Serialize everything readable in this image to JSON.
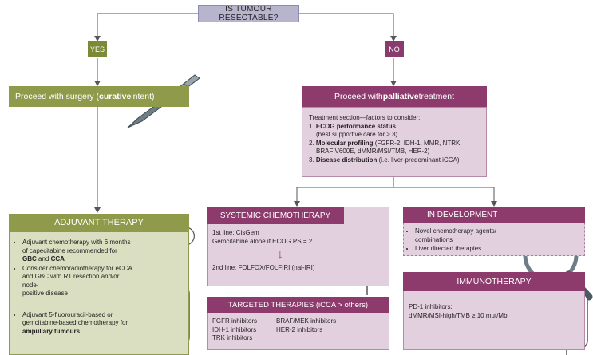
{
  "question": "IS TUMOUR RESECTABLE?",
  "yes_label": "YES",
  "no_label": "NO",
  "surgery": {
    "prefix": "Proceed with surgery (",
    "bold": "curative",
    "suffix": " intent)"
  },
  "palliative_head": {
    "prefix": "Proceed with ",
    "bold": "palliative",
    "suffix": " treatment"
  },
  "factors": {
    "intro": "Treatment section—factors to consider:",
    "items": [
      {
        "num": "1. ",
        "bold": "ECOG performance status",
        "rest": "",
        "sub": "(best supportive care for ≥ 3)"
      },
      {
        "num": "2. ",
        "bold": "Molecular profiling",
        "rest": " (FGFR-2, IDH-1, MMR, NTRK,",
        "sub": "BRAF V600E, dMMR/MSI/TMB, HER-2)"
      },
      {
        "num": "3. ",
        "bold": "Disease distribution",
        "rest": " (i.e. liver-predominant iCCA)",
        "sub": ""
      }
    ]
  },
  "adjuvant": {
    "title": "ADJUVANT THERAPY",
    "b1": {
      "a": "Adjuvant chemotherapy with 6 months",
      "b": "of capecitabine recommended for",
      "c_bold1": "GBC",
      "c_mid": " and ",
      "c_bold2": "CCA"
    },
    "b2": {
      "a": "Consider chemoradiotherapy for eCCA",
      "b": "and GBC with R1 resection and/or node-",
      "c": "positive disease"
    },
    "b3": {
      "a": "Adjuvant 5-fluorouracil-based or",
      "b": "gemcitabine-based chemotherapy for",
      "c_bold": "ampullary tumours"
    }
  },
  "systemic": {
    "title": "SYSTEMIC CHEMOTHERAPY",
    "line1": "1st line: CisGem",
    "line2": "Gemcitabine alone if ECOG PS = 2",
    "arrow": "↓",
    "line3": "2nd line: FOLFOX/FOLFIRI (nal-IRI)"
  },
  "targeted": {
    "title": "TARGETED THERAPIES (iCCA > others)",
    "col1": [
      "FGFR inhibitors",
      "IDH-1 inhibitors",
      "TRK inhibitors"
    ],
    "col2": [
      "BRAF/MEK inhibitors",
      "HER-2 inhibitors"
    ]
  },
  "development": {
    "title": "IN DEVELOPMENT",
    "b1a": "Novel chemotherapy agents/",
    "b1b": "combinations",
    "b2": "Liver directed therapies"
  },
  "immuno": {
    "title": "IMMUNOTHERAPY",
    "line1": "PD-1 inhibitors:",
    "line2": "dMMR/MSI-high/TMB ≥ 10 mut/Mb"
  },
  "colors": {
    "green": "#8f9b4b",
    "purple": "#8d3a6c",
    "question": "#b7b4ce"
  }
}
